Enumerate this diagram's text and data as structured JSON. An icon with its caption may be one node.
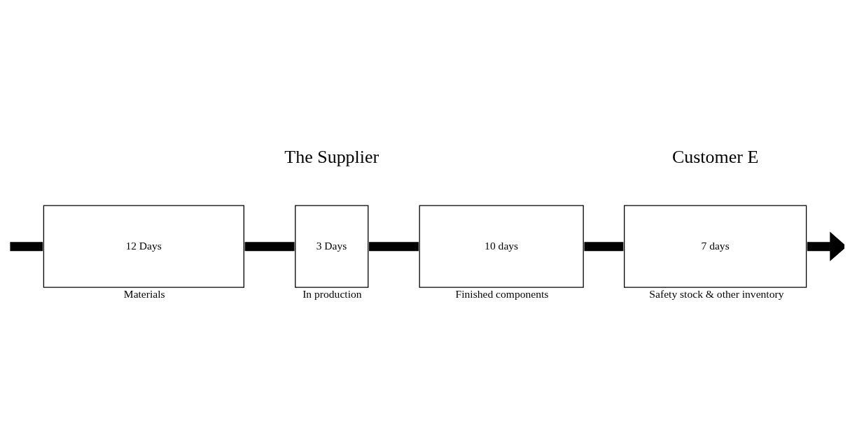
{
  "diagram": {
    "nodes": [
      {
        "text": [
          "12 Days"
        ],
        "beside": [
          "Materials"
        ]
      },
      {
        "text": [
          "3 Days"
        ],
        "beside": [
          "In production"
        ]
      },
      {
        "text": [
          "10 days"
        ],
        "beside": [
          "Finished components"
        ]
      },
      {
        "text": [
          "7 days"
        ],
        "beside": [
          "Safety stock & other inventory"
        ]
      }
    ],
    "edges": [
      {
        "from": null,
        "to": 0,
        "arrow": "none"
      },
      {
        "from": 0,
        "to": 1,
        "arrow": "none"
      },
      {
        "from": 1,
        "to": 2,
        "arrow": "none"
      },
      {
        "from": 2,
        "to": 3,
        "arrow": "none"
      },
      {
        "from": 3,
        "to": null,
        "arrow": "to"
      }
    ],
    "labels": [
      "The Supplier",
      "Customer E"
    ]
  }
}
